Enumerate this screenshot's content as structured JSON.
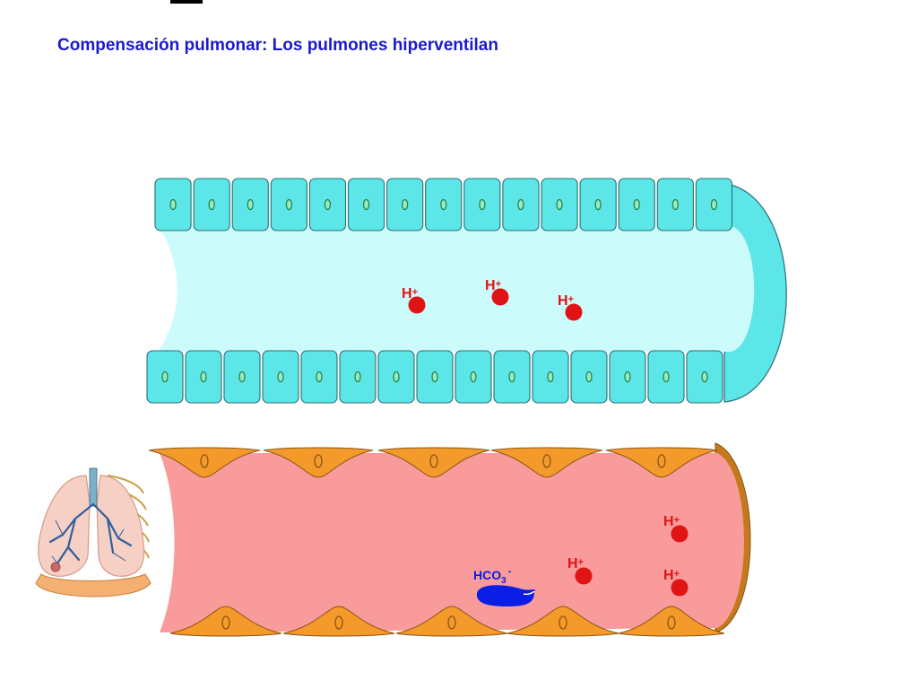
{
  "title": "Compensación pulmonar: Los pulmones hiperventilan",
  "labels": {
    "hydrogen_ion": "H",
    "hydrogen_charge": "+",
    "bicarbonate_base": "HCO",
    "bicarbonate_subscript": "3",
    "bicarbonate_charge": "-"
  },
  "airway": {
    "hydrogen_ion_count": 3
  },
  "blood_vessel": {
    "hydrogen_ion_count": 3,
    "bicarbonate_count": 1
  },
  "colors": {
    "title": "#1a1acc",
    "airway_lumen": "#ccfbfb",
    "epithelial_cell": "#5ce6e8",
    "cell_outline": "#2a6f74",
    "nucleus": "#1f8a4a",
    "vessel_lumen": "#f99b9b",
    "endothelial_cell": "#f39a2a",
    "vessel_end": "#c47a1c",
    "hydrogen_ion": "#e01414",
    "bicarbonate": "#0a1ee6"
  },
  "icons": {
    "lungs": "lungs-icon"
  }
}
